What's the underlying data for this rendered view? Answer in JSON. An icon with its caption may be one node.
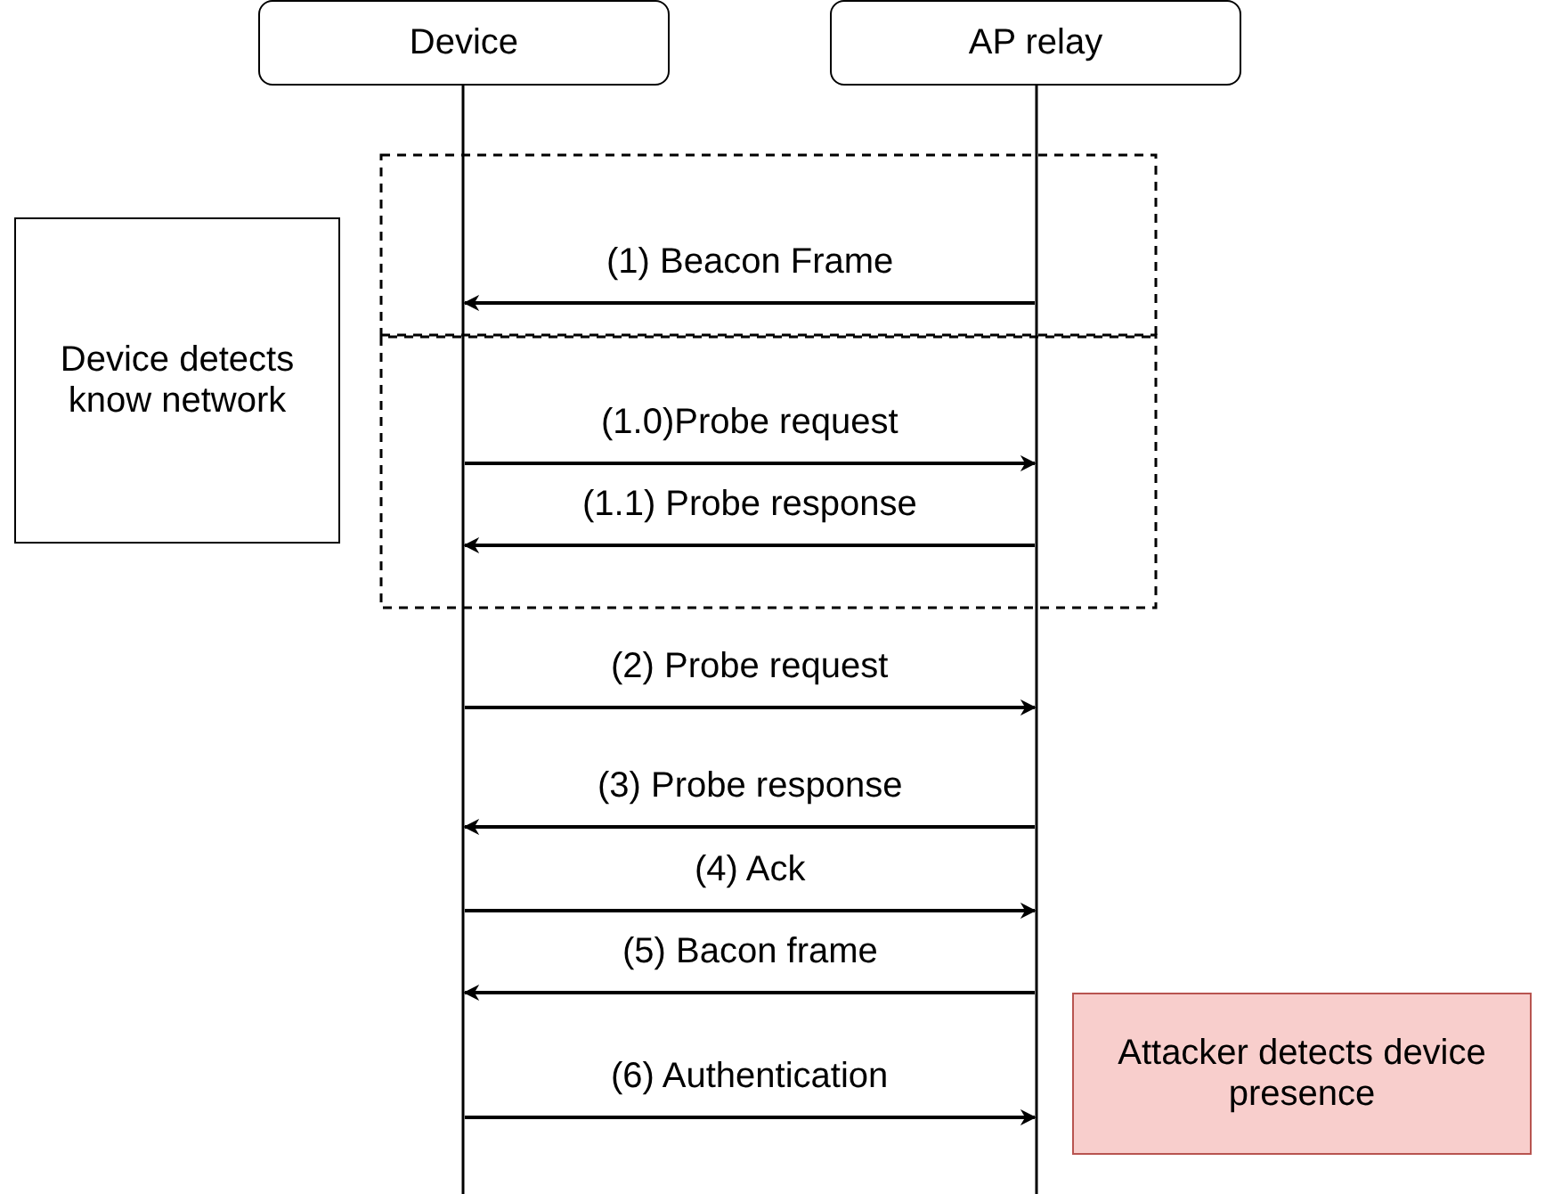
{
  "diagram": {
    "nodes": [
      {
        "text": [
          "Device"
        ]
      },
      {
        "text": [
          "AP relay"
        ]
      },
      {
        "text": [
          "Device detects know network"
        ]
      },
      {
        "text": [
          "Attacker detects device presence"
        ]
      }
    ],
    "edges": [
      {
        "from": 1,
        "to": 0,
        "arrow": "to",
        "label": "(1) Beacon Frame"
      },
      {
        "from": 0,
        "to": 1,
        "arrow": "to",
        "label": "(1.0)Probe request"
      },
      {
        "from": 1,
        "to": 0,
        "arrow": "to",
        "label": "(1.1) Probe response"
      },
      {
        "from": 0,
        "to": 1,
        "arrow": "to",
        "label": "(2) Probe request"
      },
      {
        "from": 1,
        "to": 0,
        "arrow": "to",
        "label": "(3) Probe response"
      },
      {
        "from": 0,
        "to": 1,
        "arrow": "to",
        "label": "(4) Ack"
      },
      {
        "from": 1,
        "to": 0,
        "arrow": "to",
        "label": "(5) Bacon frame"
      },
      {
        "from": 0,
        "to": 1,
        "arrow": "to",
        "label": "(6) Authentication"
      }
    ]
  }
}
